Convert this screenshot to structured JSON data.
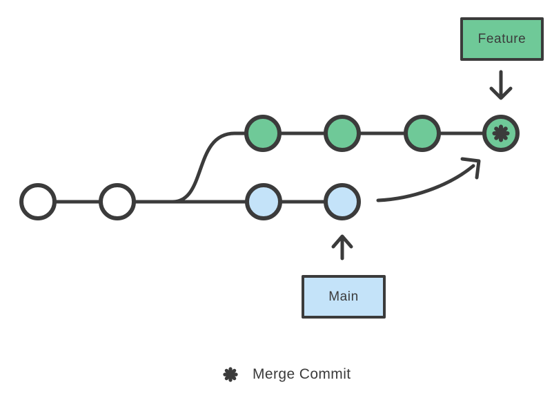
{
  "colors": {
    "feature-green": "#6FC998",
    "main-blue": "#C4E3F9",
    "outline-dark": "#3B3B3B",
    "node-white": "#FFFFFF",
    "background": "#FFFFFF"
  },
  "labels": {
    "feature": "Feature",
    "main": "Main"
  },
  "legend": {
    "icon": "merge-commit-flower-icon",
    "label": "Merge Commit"
  },
  "graph": {
    "type": "git-branch-merge-diagram",
    "main_branch": {
      "label": "Main",
      "nodes": [
        {
          "style": "white-outline"
        },
        {
          "style": "white-outline"
        },
        {
          "style": "blue"
        },
        {
          "style": "blue"
        }
      ],
      "pointer": "up-arrow-from-main-box-to-last-blue-commit"
    },
    "feature_branch": {
      "label": "Feature",
      "nodes": [
        {
          "style": "green"
        },
        {
          "style": "green"
        },
        {
          "style": "green"
        }
      ],
      "pointer": "down-arrow-from-feature-box-to-merge-node"
    },
    "merge_commit": {
      "style": "green",
      "icon": "eight-petal-asterisk",
      "incoming": "curved-arrow-from-main-branch"
    }
  }
}
